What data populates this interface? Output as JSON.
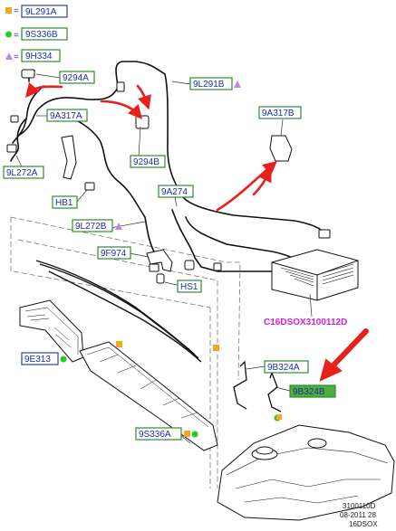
{
  "colors": {
    "label_border_green": "#2e8b2e",
    "label_border_blue": "#2a3fb0",
    "label_text": "#1b2fa6",
    "label_fill_highlight": "#4caf3a",
    "legend_square": "#f5a623",
    "legend_circle": "#22cc22",
    "legend_triangle": "#b88ae0",
    "arrow_red": "#e8201c",
    "magenta_text": "#d61fd6",
    "line_art": "#111111"
  },
  "legend": [
    {
      "symbol": "square-icon",
      "code": "9L291A"
    },
    {
      "symbol": "circle-icon",
      "code": "9S336B"
    },
    {
      "symbol": "triangle-icon",
      "code": "9H334"
    }
  ],
  "callouts": {
    "c9294A": "9294A",
    "c9A317A_left": "9A317A",
    "c9294B": "9294B",
    "c9L291B": "9L291B",
    "c9A317B_right": "9A317B",
    "c9L272A": "9L272A",
    "cHB1": "HB1",
    "c9A274": "9A274",
    "c9L272B": "9L272B",
    "c9F974": "9F974",
    "cHS1": "HS1",
    "c9E313": "9E313",
    "c9B324A": "9B324A",
    "c9B324B": "9B324B",
    "c9S336A": "9S336A"
  },
  "part_reference": "C16DSOX3100112D",
  "footer": {
    "line1": "3100110D",
    "line2": "08-2011 28",
    "line3": "16DSOX"
  }
}
